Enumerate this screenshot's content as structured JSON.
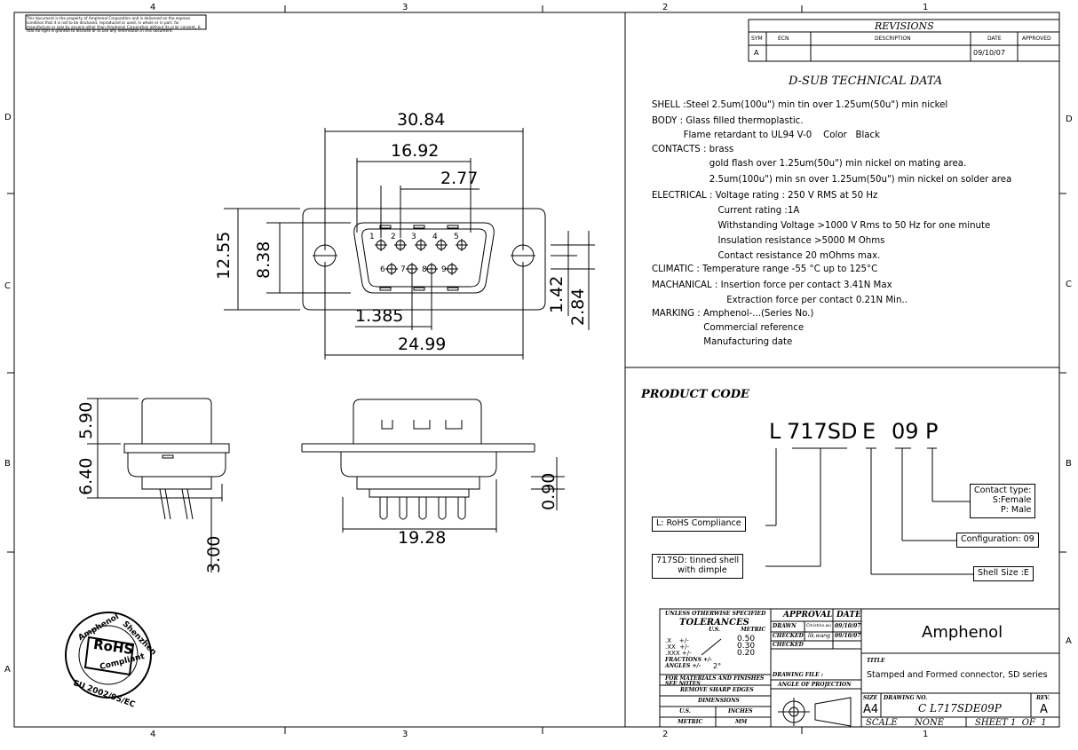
{
  "frame": {
    "col_labels_top": [
      "4",
      "3",
      "2",
      "1"
    ],
    "col_labels_bottom": [
      "4",
      "3",
      "2",
      "1"
    ],
    "row_labels_left": [
      "D",
      "C",
      "B",
      "A"
    ],
    "row_labels_right": [
      "D",
      "C",
      "B",
      "A"
    ]
  },
  "notice": "This document is the property of Amphenol Corporation and is delivered on the express condition that it is not to be disclosed, reproduced or used, in whole or in part, for manufacture or sale by anyone other than Amphenol Corporation without its prior consent, & that no right is granted to disclose or to use any information in this document.",
  "revisions": {
    "title": "REVISIONS",
    "headers": [
      "SYM",
      "ECN",
      "DESCRIPTION",
      "DATE",
      "APPROVED"
    ],
    "row": [
      "A",
      "",
      "",
      "09/10/07",
      ""
    ]
  },
  "tech": {
    "title": "D-SUB TECHNICAL DATA",
    "lines": [
      "SHELL :Steel 2.5um(100u\") min tin over 1.25um(50u\") min nickel",
      "BODY : Glass filled thermoplastic.",
      "           Flame retardant to UL94 V-0    Color   Black",
      "CONTACTS : brass",
      "                    gold flash over 1.25um(50u\") min nickel on mating area.",
      "                    2.5um(100u\") min sn over 1.25um(50u\") min nickel on solder area",
      "ELECTRICAL : Voltage rating : 250 V RMS at 50 Hz",
      "                       Current rating :1A",
      "                       Withstanding Voltage >1000 V Rms to 50 Hz for one minute",
      "                       Insulation resistance >5000 M Ohms",
      "                       Contact resistance 20 mOhms max.",
      "CLIMATIC : Temperature range -55 °C up to 125°C",
      "MACHANICAL : Insertion force per contact 3.41N Max",
      "                          Extraction force per contact 0.21N Min..",
      "MARKING : Amphenol-...(Series No.)",
      "                  Commercial reference",
      "                  Manufacturing date"
    ]
  },
  "product_code": {
    "title": "PRODUCT CODE",
    "parts": [
      "L",
      "717SD",
      "E",
      "09",
      "P"
    ],
    "box_rohs": "L: RoHS Compliance",
    "box_shell": "717SD: tinned shell\n        with dimple",
    "box_size": "Shell Size :E",
    "box_config": "Configuration: 09",
    "box_contact": "Contact type:\n    S:Female\n     P: Male"
  },
  "dims": {
    "d30_84": "30.84",
    "d16_92": "16.92",
    "d2_77": "2.77",
    "d12_55": "12.55",
    "d8_38": "8.38",
    "d1_385": "1.385",
    "d24_99": "24.99",
    "d1_42": "1.42",
    "d2_84": "2.84",
    "d5_90": "5.90",
    "d6_40": "6.40",
    "d3_00": "3.00",
    "d19_28": "19.28",
    "d0_90": "0.90"
  },
  "pins": [
    "1",
    "2",
    "3",
    "4",
    "5",
    "6",
    "7",
    "8",
    "9"
  ],
  "rohs_badge": {
    "top": "Amphenol",
    "right": "Shenzhen",
    "main": "RoHS",
    "sub": "Compliant",
    "bottom": "EU 2002/95/EC"
  },
  "titleblock": {
    "tol_title": "UNLESS OTHERWISE SPECIFIED",
    "tol_head": "TOLERANCES",
    "us": "U.S.",
    "metric": "METRIC",
    "x": ".X    +/-",
    "xx": ".XX  +/-",
    "xxx": ".XXX +/-",
    "v1": "0.50",
    "v2": "0.30",
    "v3": "0.20",
    "fractions": "FRACTIONS +/-",
    "angles": "ANGLES +/-",
    "angle_v": "2°",
    "materials": "FOR MATERIALS AND FINISHES",
    "see_notes": "SEE NOTES",
    "sharp": "REMOVE SHARP EDGES",
    "dimensions": "DIMENSIONS",
    "us_l": "U.S.",
    "inches": "INCHES",
    "metric_l": "METRIC",
    "mm": "MM",
    "approval": "APPROVAL",
    "date": "DATE",
    "drawn": "DRAWN",
    "drawn_by": "Christina.wu",
    "drawn_date": "09/10/07",
    "checked": "CHECKED",
    "checked_by": "lik.wang",
    "checked_date": "09/10/07",
    "checked2": "CHECKED",
    "drawing_file": "DRAWING FILE :",
    "projection": "ANGLE OF PROJECTION",
    "company": "Amphenol",
    "title_l": "TITLE",
    "title": "Stamped and Formed connector, SD series",
    "size_l": "SIZE",
    "size": "A4",
    "dwgno_l": "DRAWING NO.",
    "dwgno": "C L717SDE09P",
    "rev_l": "REV.",
    "rev": "A",
    "scale_l": "SCALE",
    "scale": "NONE",
    "sheet": "SHEET 1  OF  1"
  }
}
